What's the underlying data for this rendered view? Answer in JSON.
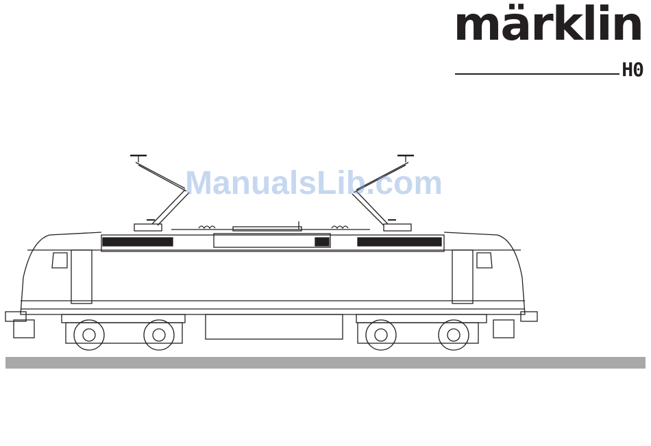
{
  "logo": {
    "brand": "märklin",
    "scale": "H0"
  },
  "watermark": {
    "text": "ManualsLib.com"
  },
  "drawing": {
    "subject": "electric-locomotive-line-drawing"
  },
  "colors": {
    "ink": "#231f20",
    "bar": "#a9a8a8",
    "watermark": "#78a0dc"
  }
}
